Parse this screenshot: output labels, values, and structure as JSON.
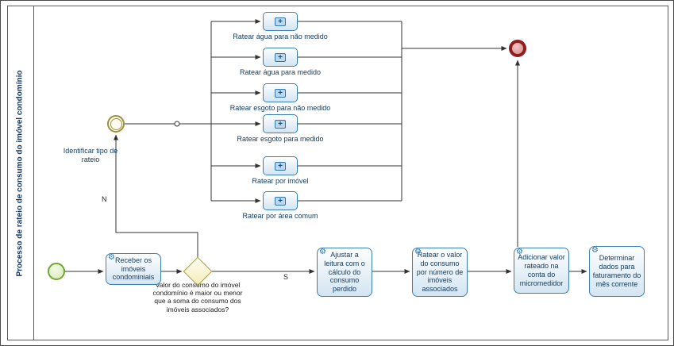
{
  "pool": {
    "title": "Processo de rateio de consumo do imóvel condomínio"
  },
  "events": {
    "intermediate_label": "Identificar tipo de rateio"
  },
  "tasks": {
    "receber": "Receber os imóveis condominiais",
    "ajustar": "Ajustar a leitura com o cálculo do consumo perdido",
    "ratear_valor": "Ratear o valor do consumo por número de imóveis associados",
    "adicionar": "Adicionar valor rateado na conta do micromedidor",
    "determinar": "Determinar dados para faturamento do mês corrente"
  },
  "subprocesses": [
    "Ratear água para não medido",
    "Ratear água para medido",
    "Ratear esgoto para não medido",
    "Ratear esgoto para medido",
    "Ratear por imóvel",
    "Ratear por área comum"
  ],
  "subprocess_marker": "+",
  "gateway": {
    "question": "Valor do consumo do imóvel condomínio é maior ou menor que a soma do consumo dos imóveis associados?"
  },
  "edge_labels": {
    "yes": "S",
    "no": "N"
  },
  "colors": {
    "task_border": "#3c7fb1",
    "task_fill": "#d3e5f2",
    "task_text": "#123a5c",
    "gateway_border": "#ad9a3c",
    "gateway_fill": "#f3ecba",
    "start_border": "#70a532",
    "start_fill": "#d5e9b4",
    "intermediate_border": "#9f8f3e",
    "end_border": "#8e1d1d",
    "end_fill": "#d98b8b",
    "connector": "#333333"
  }
}
